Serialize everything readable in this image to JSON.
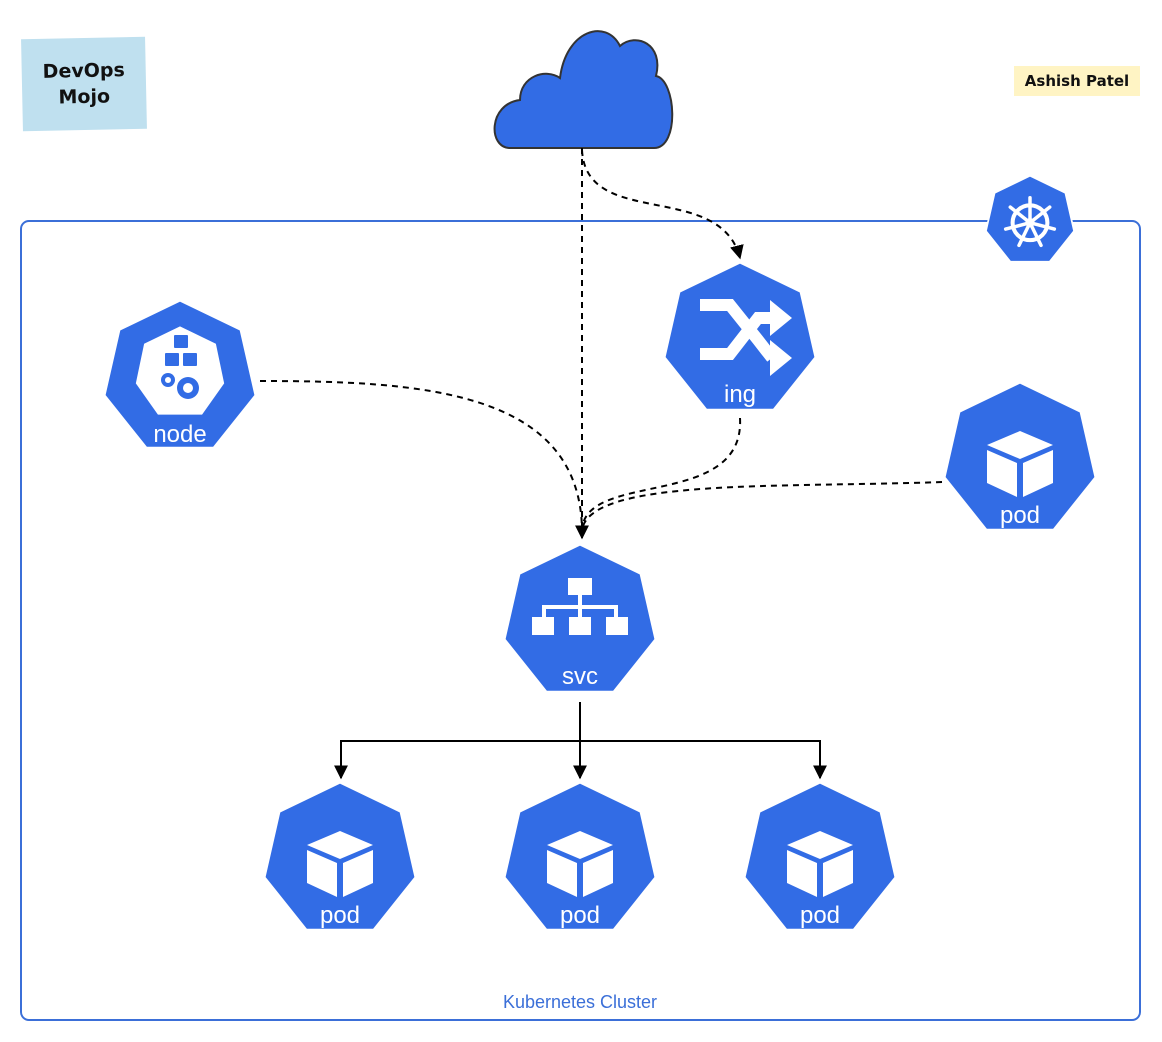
{
  "sticky_notes": {
    "brand_line1": "DevOps",
    "brand_line2": "Mojo",
    "author": "Ashish Patel"
  },
  "cluster": {
    "label": "Kubernetes Cluster"
  },
  "nodes": {
    "ingress": {
      "label": "ing",
      "icon": "ingress-shuffle-icon"
    },
    "node": {
      "label": "node",
      "icon": "node-cubes-gears-icon"
    },
    "service": {
      "label": "svc",
      "icon": "service-hierarchy-icon"
    },
    "pod_right": {
      "label": "pod",
      "icon": "pod-cube-icon"
    },
    "pod_1": {
      "label": "pod",
      "icon": "pod-cube-icon"
    },
    "pod_2": {
      "label": "pod",
      "icon": "pod-cube-icon"
    },
    "pod_3": {
      "label": "pod",
      "icon": "pod-cube-icon"
    }
  },
  "colors": {
    "k8s_blue": "#326ce5",
    "cluster_border": "#3b6fd8",
    "edge": "#000000",
    "brand_note": "#bfe0ef",
    "author_note": "#fff4c4"
  }
}
